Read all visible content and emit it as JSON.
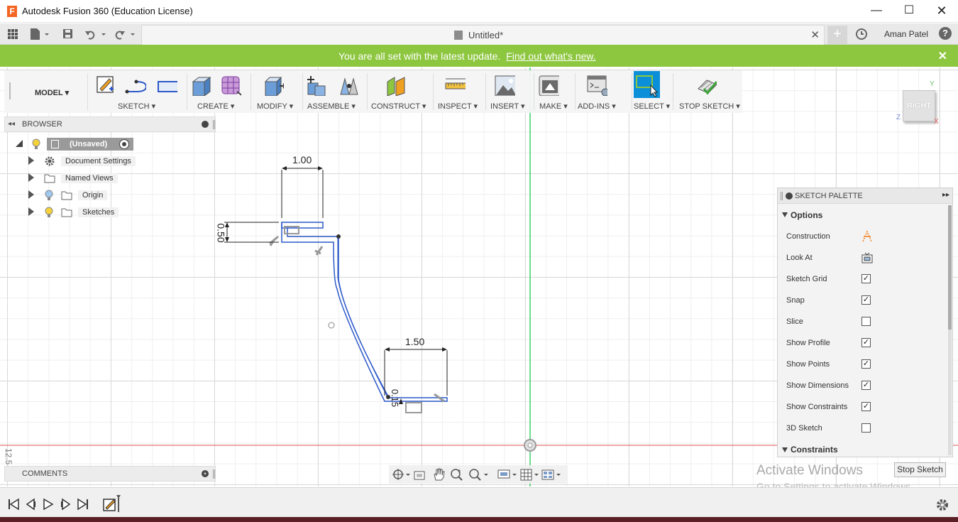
{
  "window": {
    "title": "Autodesk Fusion 360 (Education License)",
    "logo_letter": "F",
    "minimize": "—",
    "maximize": "☐",
    "close": "✕"
  },
  "tabbar": {
    "doc_title": "Untitled*",
    "close_tab": "✕",
    "new_tab": "+",
    "user": "Aman Patel",
    "help": "?"
  },
  "banner": {
    "text": "You are all set with the latest update.",
    "link": "Find out what's new.",
    "close": "✕"
  },
  "toolbar": {
    "workspace": "MODEL ▾",
    "groups": [
      {
        "label": "SKETCH ▾"
      },
      {
        "label": "CREATE ▾"
      },
      {
        "label": "MODIFY ▾"
      },
      {
        "label": "ASSEMBLE ▾"
      },
      {
        "label": "CONSTRUCT ▾"
      },
      {
        "label": "INSPECT ▾"
      },
      {
        "label": "INSERT ▾"
      },
      {
        "label": "MAKE ▾"
      },
      {
        "label": "ADD-INS ▾"
      },
      {
        "label": "SELECT ▾"
      },
      {
        "label": "STOP SKETCH ▾"
      }
    ]
  },
  "browser": {
    "title": "BROWSER",
    "root": "(Unsaved)",
    "items": [
      {
        "label": "Document Settings"
      },
      {
        "label": "Named Views"
      },
      {
        "label": "Origin"
      },
      {
        "label": "Sketches"
      }
    ]
  },
  "comments": {
    "title": "COMMENTS"
  },
  "sketch": {
    "dims": {
      "top_width": "1.00",
      "left_height": "0.50",
      "bottom_width": "1.50",
      "bottom_height": "0.15"
    }
  },
  "viewcube": {
    "face": "RIGHT",
    "axis_y": "Y",
    "axis_z": "Z",
    "axis_x": "X"
  },
  "palette": {
    "title": "SKETCH PALETTE",
    "options_title": "Options",
    "rows": [
      {
        "label": "Construction",
        "type": "icon"
      },
      {
        "label": "Look At",
        "type": "icon"
      },
      {
        "label": "Sketch Grid",
        "checked": true
      },
      {
        "label": "Snap",
        "checked": true
      },
      {
        "label": "Slice",
        "checked": false
      },
      {
        "label": "Show Profile",
        "checked": true
      },
      {
        "label": "Show Points",
        "checked": true
      },
      {
        "label": "Show Dimensions",
        "checked": true
      },
      {
        "label": "Show Constraints",
        "checked": true
      },
      {
        "label": "3D Sketch",
        "checked": false
      }
    ],
    "constraints_title": "Constraints",
    "stop_sketch": "Stop Sketch"
  },
  "watermark": {
    "title": "Activate Windows",
    "subtitle": "Go to Settings to activate Windows."
  },
  "ruler_tick": "12.5",
  "colors": {
    "banner": "#8dc63f",
    "sketch_line": "#2b58c9",
    "y_axis": "#3fcf6a",
    "x_axis": "#e25050",
    "select_blue": "#0a8fd8"
  }
}
